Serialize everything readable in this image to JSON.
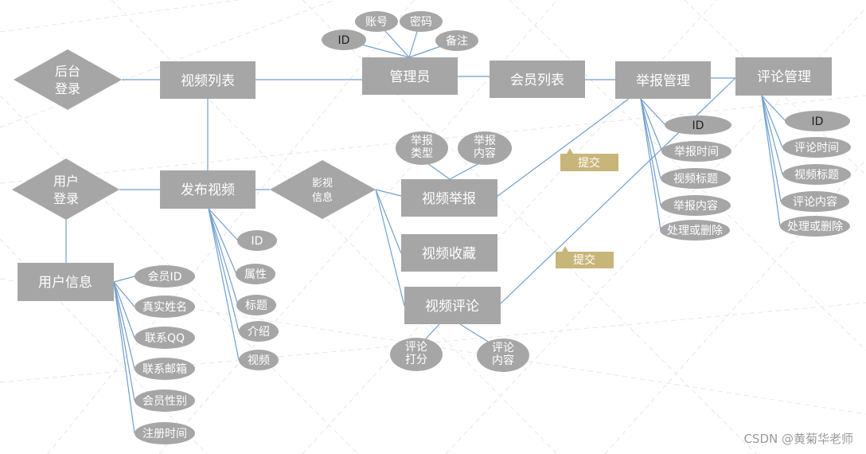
{
  "diagram": {
    "entities": {
      "video_list": "视频列表",
      "admin": "管理员",
      "member_list": "会员列表",
      "report_mgmt": "举报管理",
      "comment_mgmt": "评论管理",
      "publish_video": "发布视频",
      "video_report": "视频举报",
      "video_favorite": "视频收藏",
      "video_comment": "视频评论",
      "user_info": "用户信息"
    },
    "diamonds": {
      "backend_login": [
        "后台",
        "登录"
      ],
      "user_login": [
        "用户",
        "登录"
      ],
      "film_info": [
        "影视",
        "信息"
      ]
    },
    "admin_attrs": {
      "id": "ID",
      "account": "账号",
      "password": "密码",
      "note": "备注"
    },
    "report_attrs": {
      "type": [
        "举报",
        "类型"
      ],
      "content": [
        "举报",
        "内容"
      ]
    },
    "comment_attrs": {
      "score": [
        "评论",
        "打分"
      ],
      "content": [
        "评论",
        "内容"
      ]
    },
    "publish_attrs": [
      "ID",
      "属性",
      "标题",
      "介绍",
      "视频"
    ],
    "user_attrs": [
      "会员ID",
      "真实姓名",
      "联系QQ",
      "联系邮箱",
      "会员性别",
      "注册时间"
    ],
    "report_mgmt_attrs": [
      "ID",
      "举报时间",
      "视频标题",
      "举报内容",
      "处理或删除"
    ],
    "comment_mgmt_attrs": [
      "ID",
      "评论时间",
      "视频标题",
      "评论内容",
      "处理或删除"
    ],
    "tags": {
      "submit_1": "提交",
      "submit_2": "提交"
    }
  },
  "watermark": "CSDN @黄菊华老师",
  "colors": {
    "box": "#a6a6a6",
    "ellipse": "#a6a6a6",
    "tag": "#c8b57a",
    "connector": "#6f9fcf"
  }
}
